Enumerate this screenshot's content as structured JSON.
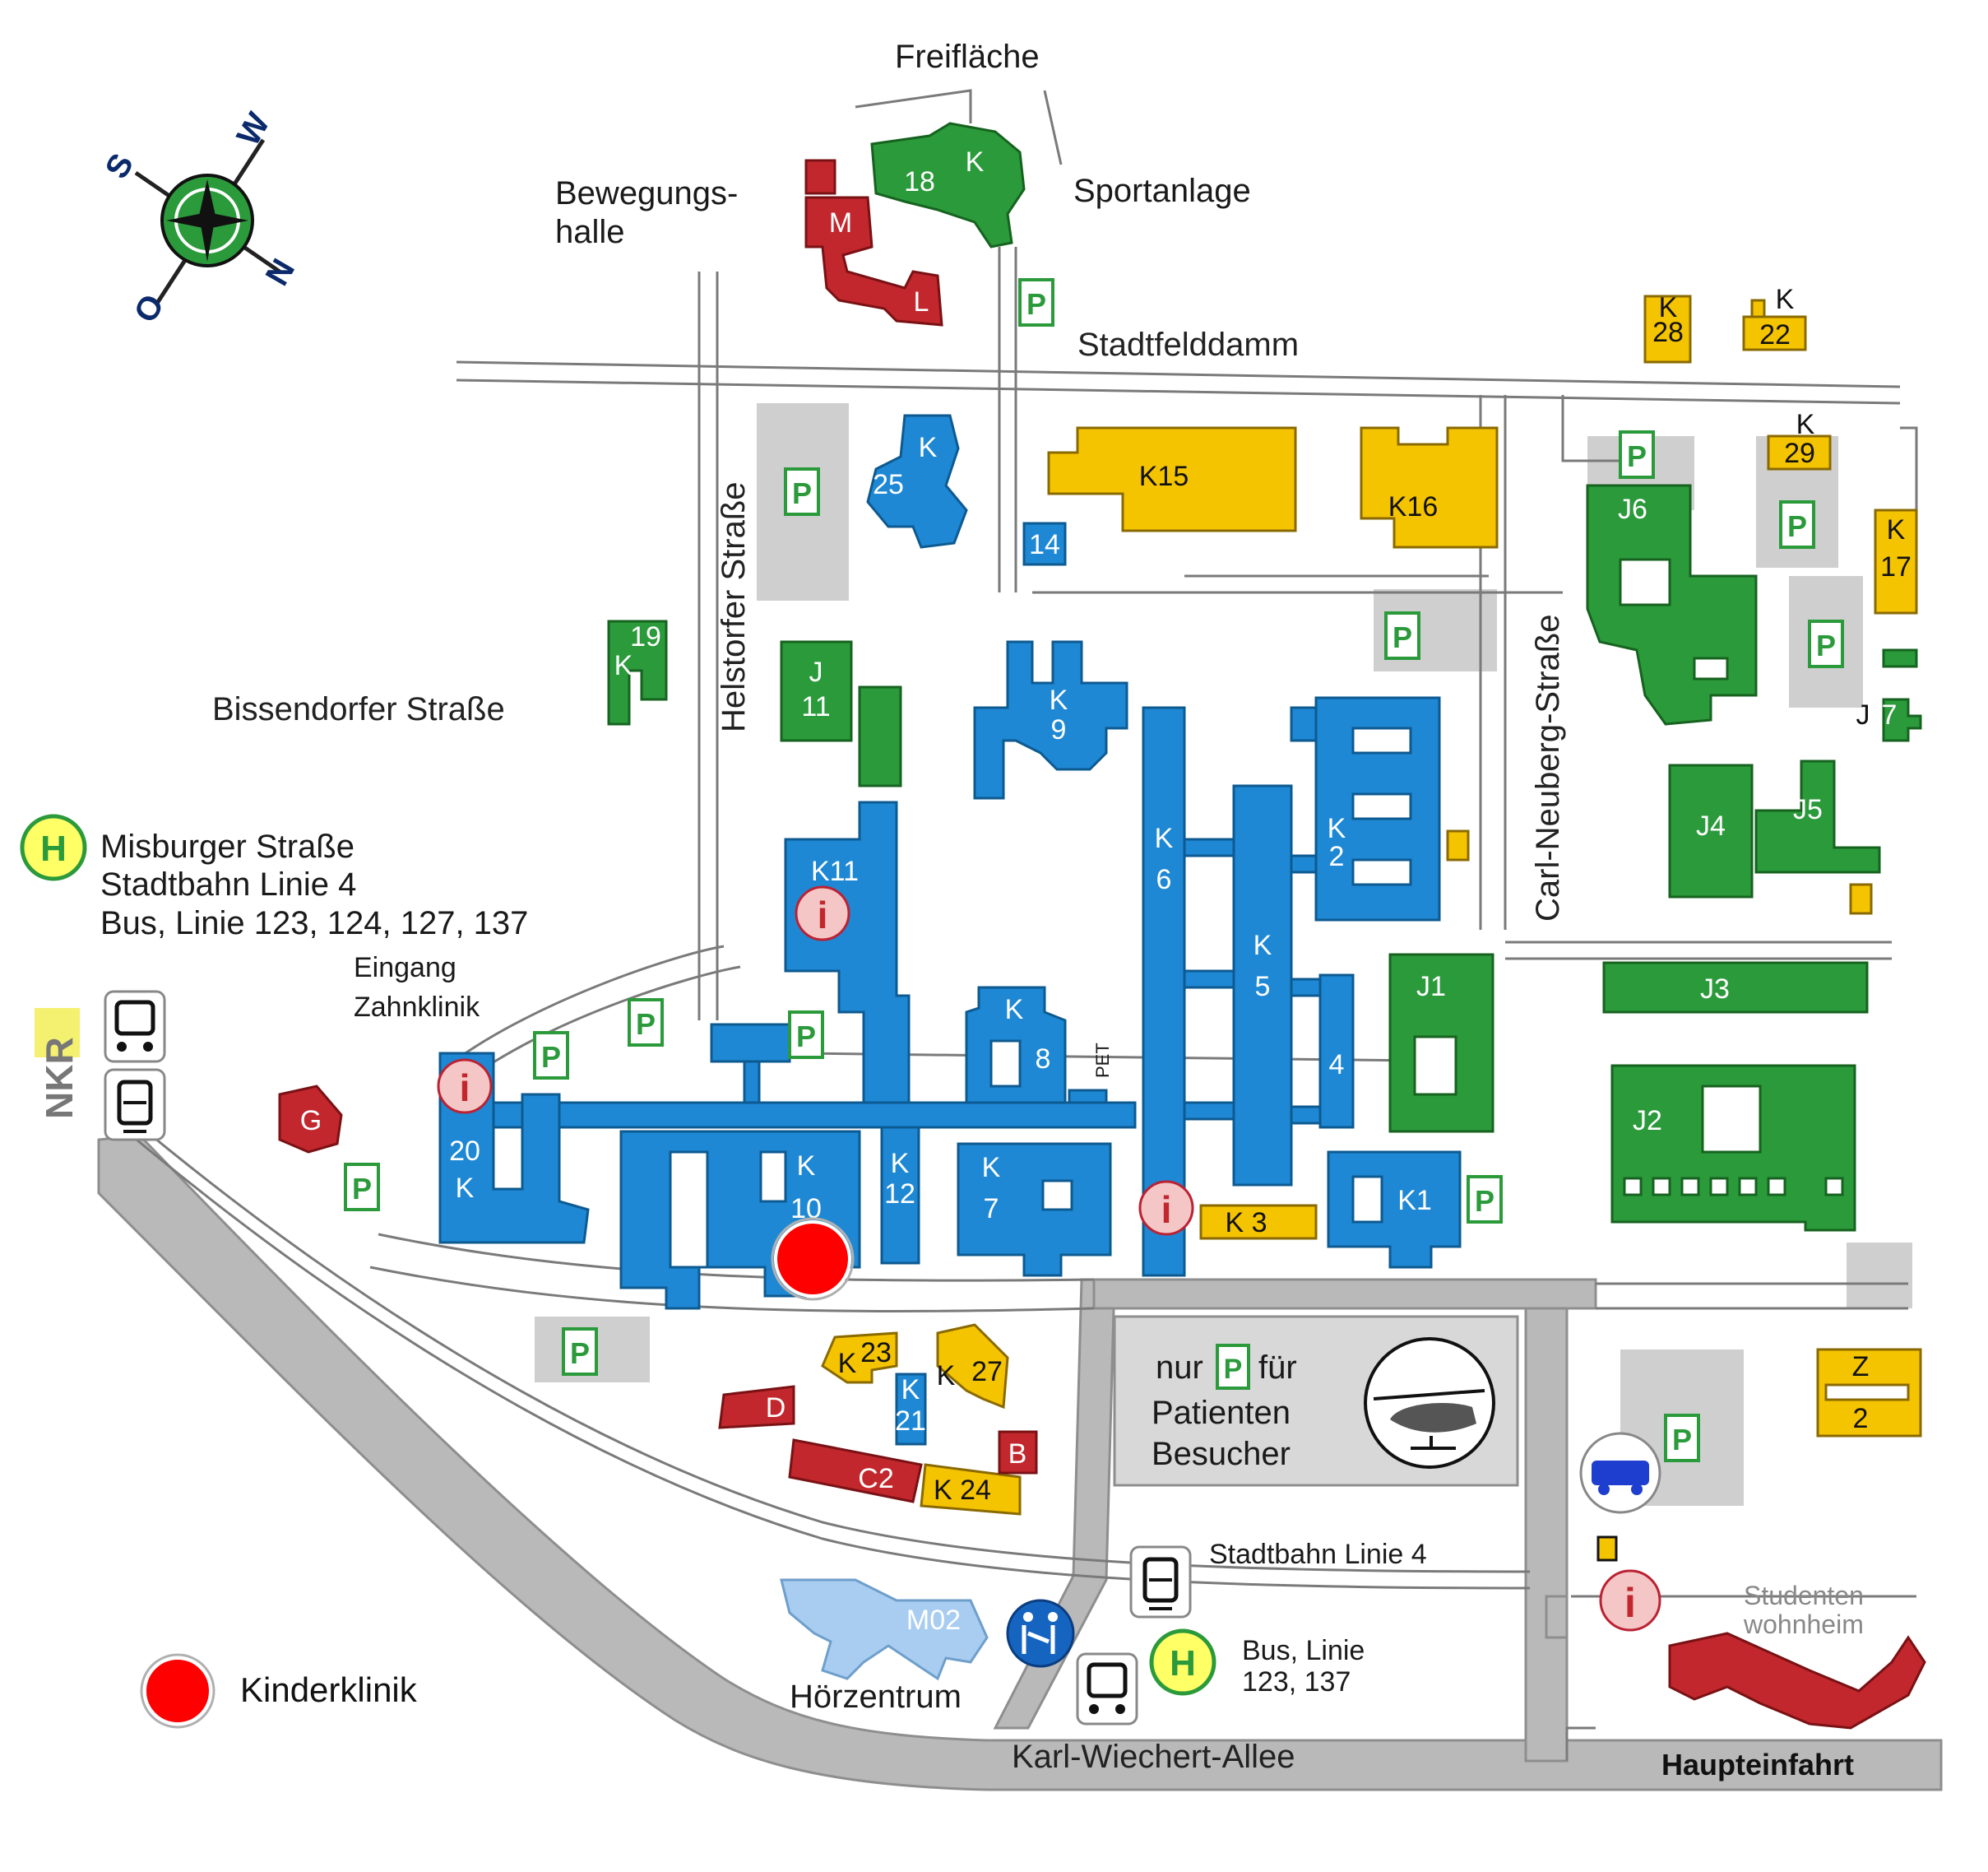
{
  "compass": {
    "north": "N",
    "south": "S",
    "east": "O",
    "west": "W"
  },
  "places": {
    "freiflaeche": "Freifläche",
    "bewegungshalle_line1": "Bewegungs-",
    "bewegungshalle_line2": "halle",
    "sportanlage": "Sportanlage",
    "eingang_zahnklinik_line1": "Eingang",
    "eingang_zahnklinik_line2": "Zahnklinik",
    "hoerzentrum": "Hörzentrum",
    "studentenwohnheim_line1": "Studenten",
    "studentenwohnheim_line2": "wohnheim",
    "haupteinfahrt": "Haupteinfahrt",
    "parking_note_line1a": "nur",
    "parking_note_line1b": "für",
    "parking_note_line2": "Patienten",
    "parking_note_line3": "Besucher",
    "nkr": "NKR",
    "pet": "PET"
  },
  "streets": {
    "stadtfelddamm": "Stadtfelddamm",
    "helstorfer": "Helstorfer Straße",
    "bissendorfer": "Bissendorfer Straße",
    "carl_neuberg": "Carl-Neuberg-Straße",
    "karl_wiechert": "Karl-Wiechert-Allee"
  },
  "transit": {
    "misburger_line1": "Misburger Straße",
    "misburger_line2": "Stadtbahn Linie 4",
    "misburger_line3": "Bus, Linie 123, 124, 127, 137",
    "stadtbahn": "Stadtbahn Linie 4",
    "bus_line1": "Bus, Linie",
    "bus_line2": "123, 137",
    "stop_symbol": "H",
    "parking_symbol": "P",
    "info_symbol": "i"
  },
  "buildings": {
    "b18": "18",
    "bK18": "K",
    "bM": "M",
    "bL": "L",
    "b25": "25",
    "bK25": "K",
    "b14": "14",
    "bK15": "K15",
    "bK16": "K16",
    "bK28a": "K",
    "bK28b": "28",
    "bK22a": "K",
    "bK22b": "22",
    "bK29a": "K",
    "bK29b": "29",
    "bK17a": "K",
    "bK17b": "17",
    "bJ6": "J6",
    "b19": "19",
    "bK19": "K",
    "bJ11a": "J",
    "bJ11b": "11",
    "bK9a": "K",
    "bK9b": "9",
    "bK11": "K11",
    "bK6a": "K",
    "bK6b": "6",
    "bK2a": "K",
    "bK2b": "2",
    "bK5a": "K",
    "bK5b": "5",
    "b4": "4",
    "bJ1": "J1",
    "bJ4": "J4",
    "bJ5": "J5",
    "bJ7a": "J",
    "bJ7b": "7",
    "bJ3": "J3",
    "bJ2": "J2",
    "bK8a": "K",
    "bK8b": "8",
    "bK20a": "20",
    "bK20b": "K",
    "bG": "G",
    "bK10a": "K",
    "bK10b": "10",
    "bK12a": "K",
    "bK12b": "12",
    "bK7a": "K",
    "bK7b": "7",
    "bK3": "K 3",
    "bK1": "K1",
    "bK23": "23",
    "bK23k": "K",
    "bK27": "27",
    "bK27k": "K",
    "bK21a": "K",
    "bK21b": "21",
    "bD": "D",
    "bB": "B",
    "bC2": "C2",
    "bK24": "K 24",
    "bZ2a": "Z",
    "bZ2b": "2",
    "bM02": "M02"
  },
  "legend": {
    "kinderklinik": "Kinderklinik"
  },
  "colors": {
    "blue_building": "#1e88d4",
    "green_building": "#2b9a3b",
    "yellow_building": "#f5c400",
    "red_building": "#c1272d",
    "marker_red": "#ff0000",
    "road_gray": "#b9b9b9"
  }
}
